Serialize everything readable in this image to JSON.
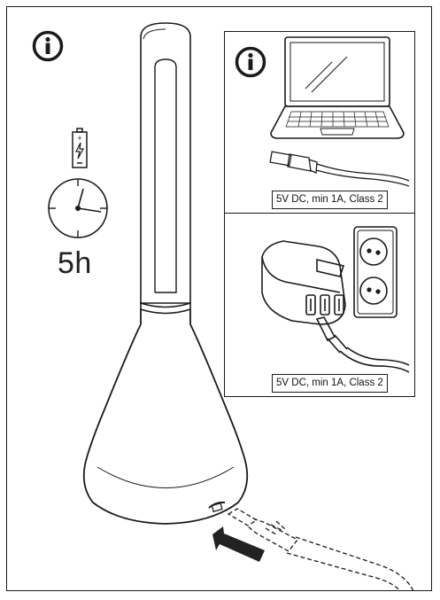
{
  "icons": {
    "info_main": "info-icon",
    "info_panel": "info-icon",
    "battery": "battery-charging-icon",
    "clock": "clock-icon",
    "arrow": "insert-arrow-icon"
  },
  "charge_time": "5h",
  "power_sources": [
    {
      "device": "laptop",
      "spec": "5V DC, min 1A, Class 2"
    },
    {
      "device": "wall-adapter",
      "spec": "5V DC, min 1A, Class 2"
    }
  ],
  "colors": {
    "line": "#1a1a1a",
    "arrow": "#222222",
    "background": "#ffffff"
  }
}
